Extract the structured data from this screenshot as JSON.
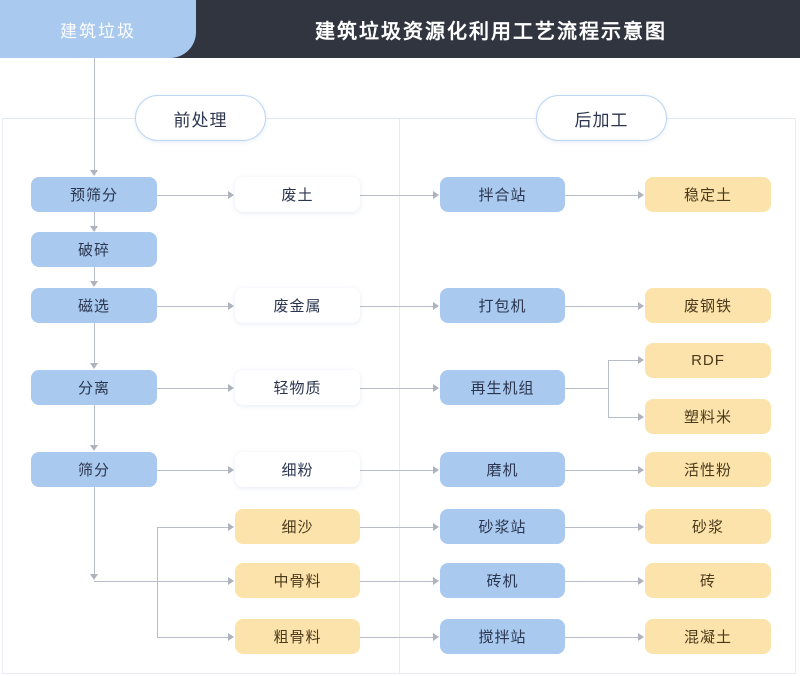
{
  "header": {
    "tab_label": "建筑垃圾",
    "title": "建筑垃圾资源化利用工艺流程示意图",
    "tab_color": "#a9caee",
    "bar_color": "#31353f"
  },
  "sections": {
    "pre_label": "前处理",
    "post_label": "后加工"
  },
  "colors": {
    "blue": "#a9caee",
    "amber": "#fce3ab",
    "white": "#ffffff",
    "line": "#b7bcc6",
    "divider": "#e6eaf1"
  },
  "columns": {
    "process": [
      {
        "label": "预筛分",
        "style": "blue"
      },
      {
        "label": "破碎",
        "style": "blue"
      },
      {
        "label": "磁选",
        "style": "blue"
      },
      {
        "label": "分离",
        "style": "blue"
      },
      {
        "label": "筛分",
        "style": "blue"
      }
    ],
    "materials": [
      {
        "label": "废土",
        "style": "white"
      },
      {
        "label": "废金属",
        "style": "white"
      },
      {
        "label": "轻物质",
        "style": "white"
      },
      {
        "label": "细粉",
        "style": "white"
      },
      {
        "label": "细沙",
        "style": "amber"
      },
      {
        "label": "中骨料",
        "style": "amber"
      },
      {
        "label": "粗骨料",
        "style": "amber"
      }
    ],
    "equipment": [
      {
        "label": "拌合站",
        "style": "blue"
      },
      {
        "label": "打包机",
        "style": "blue"
      },
      {
        "label": "再生机组",
        "style": "blue"
      },
      {
        "label": "磨机",
        "style": "blue"
      },
      {
        "label": "砂浆站",
        "style": "blue"
      },
      {
        "label": "砖机",
        "style": "blue"
      },
      {
        "label": "搅拌站",
        "style": "blue"
      }
    ],
    "products": [
      {
        "label": "稳定土",
        "style": "amber"
      },
      {
        "label": "废钢铁",
        "style": "amber"
      },
      {
        "label": "RDF",
        "style": "amber"
      },
      {
        "label": "塑料米",
        "style": "amber"
      },
      {
        "label": "活性粉",
        "style": "amber"
      },
      {
        "label": "砂浆",
        "style": "amber"
      },
      {
        "label": "砖",
        "style": "amber"
      },
      {
        "label": "混凝土",
        "style": "amber"
      }
    ]
  },
  "flow": {
    "source": "建筑垃圾",
    "chain": [
      "预筛分",
      "破碎",
      "磁选",
      "分离",
      "筛分"
    ],
    "edges": [
      {
        "from": "建筑垃圾",
        "to": "预筛分"
      },
      {
        "from": "预筛分",
        "to": "破碎"
      },
      {
        "from": "破碎",
        "to": "磁选"
      },
      {
        "from": "磁选",
        "to": "分离"
      },
      {
        "from": "分离",
        "to": "筛分"
      },
      {
        "from": "预筛分",
        "to": "废土"
      },
      {
        "from": "磁选",
        "to": "废金属"
      },
      {
        "from": "分离",
        "to": "轻物质"
      },
      {
        "from": "筛分",
        "to": "细粉"
      },
      {
        "from": "筛分",
        "to": "细沙"
      },
      {
        "from": "筛分",
        "to": "中骨料"
      },
      {
        "from": "筛分",
        "to": "粗骨料"
      },
      {
        "from": "废土",
        "to": "拌合站"
      },
      {
        "from": "废金属",
        "to": "打包机"
      },
      {
        "from": "轻物质",
        "to": "再生机组"
      },
      {
        "from": "细粉",
        "to": "磨机"
      },
      {
        "from": "细沙",
        "to": "砂浆站"
      },
      {
        "from": "中骨料",
        "to": "砖机"
      },
      {
        "from": "粗骨料",
        "to": "搅拌站"
      },
      {
        "from": "拌合站",
        "to": "稳定土"
      },
      {
        "from": "打包机",
        "to": "废钢铁"
      },
      {
        "from": "再生机组",
        "to": "RDF"
      },
      {
        "from": "再生机组",
        "to": "塑料米"
      },
      {
        "from": "磨机",
        "to": "活性粉"
      },
      {
        "from": "砂浆站",
        "to": "砂浆"
      },
      {
        "from": "砖机",
        "to": "砖"
      },
      {
        "from": "搅拌站",
        "to": "混凝土"
      }
    ]
  }
}
